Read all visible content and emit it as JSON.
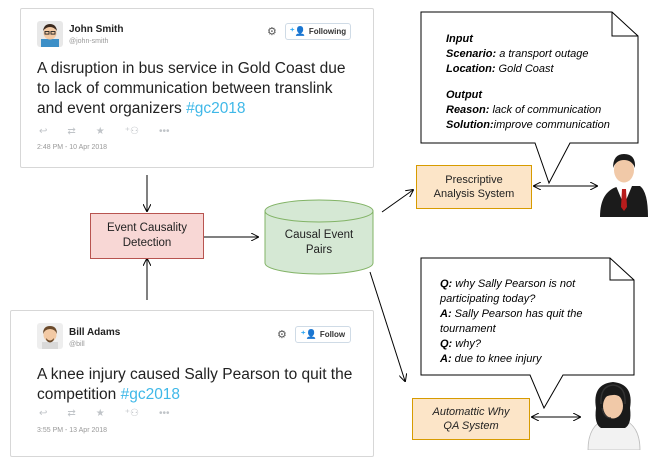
{
  "tweet1": {
    "name": "John Smith",
    "handle": "@john-smith",
    "follow_label": "Following",
    "text_main": "A disruption in bus service in Gold Coast due to lack of communication between translink and event organizers ",
    "hashtag": "#gc2018",
    "date": "2:48 PM - 10 Apr 2018",
    "icons": [
      "reply-icon",
      "retweet-icon",
      "like-icon",
      "follow-icon",
      "more-icon"
    ]
  },
  "tweet2": {
    "name": "Bill Adams",
    "handle": "@bill",
    "follow_label": "Follow",
    "text_main": "A knee injury caused Sally Pearson to quit the competition ",
    "hashtag": "#gc2018",
    "date": "3:55 PM - 13 Apr 2018",
    "icons": [
      "reply-icon",
      "retweet-icon",
      "like-icon",
      "follow-icon",
      "more-icon"
    ]
  },
  "event_box": {
    "line1": "Event Causality",
    "line2": "Detection"
  },
  "pairs_db": {
    "line1": "Causal Event",
    "line2": "Pairs"
  },
  "prescriptive": {
    "line1": "Prescriptive",
    "line2": "Analysis System"
  },
  "qa_system": {
    "line1": "Automattic Why",
    "line2": "QA System"
  },
  "callout1": {
    "input_label": "Input",
    "scenario_label": "Scenario:",
    "scenario_value": " a transport outage",
    "location_label": "Location:",
    "location_value": " Gold Coast",
    "output_label": "Output",
    "reason_label": "Reason:",
    "reason_value": " lack of communication",
    "solution_label": "Solution:",
    "solution_value": "improve communication"
  },
  "callout2": {
    "q1_label": "Q:",
    "q1_value": " why Sally Pearson is not participating today?",
    "a1_label": "A:",
    "a1_value": " Sally Pearson has quit the tournament",
    "q2_label": "Q:",
    "q2_value": " why?",
    "a2_label": "A:",
    "a2_value": " due to knee injury"
  },
  "colors": {
    "pink_fill": "#f8d7d5",
    "pink_border": "#b85450",
    "green_fill": "#d5e8d4",
    "green_border": "#82b366",
    "orange_fill": "#fce5c8",
    "orange_border": "#d79b00",
    "hashtag": "#3fb8e8"
  }
}
